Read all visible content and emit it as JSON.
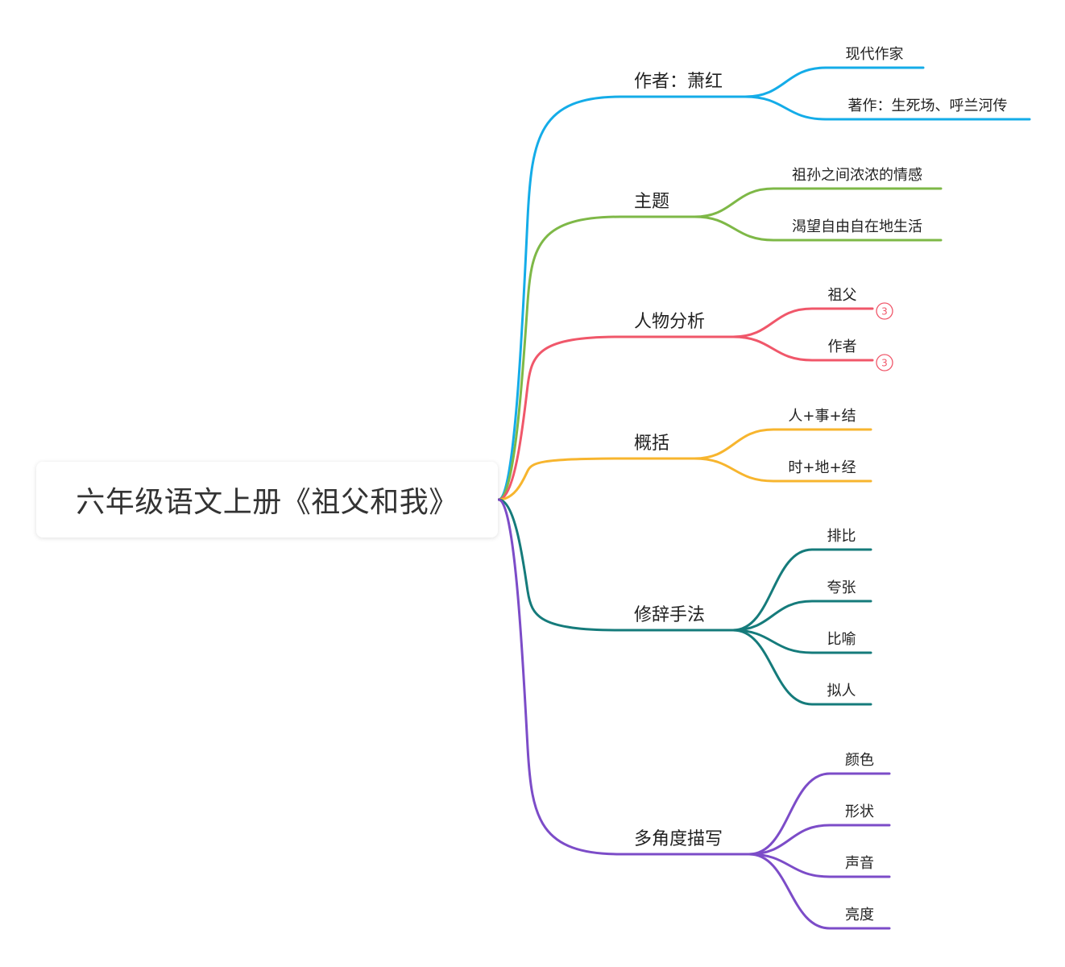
{
  "root": {
    "title": "六年级语文上册《祖父和我》"
  },
  "branches": [
    {
      "label": "作者：萧红",
      "color": "#14ACE8",
      "children": [
        {
          "label": "现代作家"
        },
        {
          "label": "著作：生死场、呼兰河传"
        }
      ]
    },
    {
      "label": "主题",
      "color": "#7EB847",
      "children": [
        {
          "label": "祖孙之间浓浓的情感"
        },
        {
          "label": "渴望自由自在地生活"
        }
      ]
    },
    {
      "label": "人物分析",
      "color": "#F0576A",
      "children": [
        {
          "label": "祖父",
          "badge": "3"
        },
        {
          "label": "作者",
          "badge": "3"
        }
      ]
    },
    {
      "label": "概括",
      "color": "#F7B52E",
      "children": [
        {
          "label": "人+事+结"
        },
        {
          "label": "时+地+经"
        }
      ]
    },
    {
      "label": "修辞手法",
      "color": "#157B7B",
      "children": [
        {
          "label": "排比"
        },
        {
          "label": "夸张"
        },
        {
          "label": "比喻"
        },
        {
          "label": "拟人"
        }
      ]
    },
    {
      "label": "多角度描写",
      "color": "#7C4CC8",
      "children": [
        {
          "label": "颜色"
        },
        {
          "label": "形状"
        },
        {
          "label": "声音"
        },
        {
          "label": "亮度"
        }
      ]
    }
  ]
}
